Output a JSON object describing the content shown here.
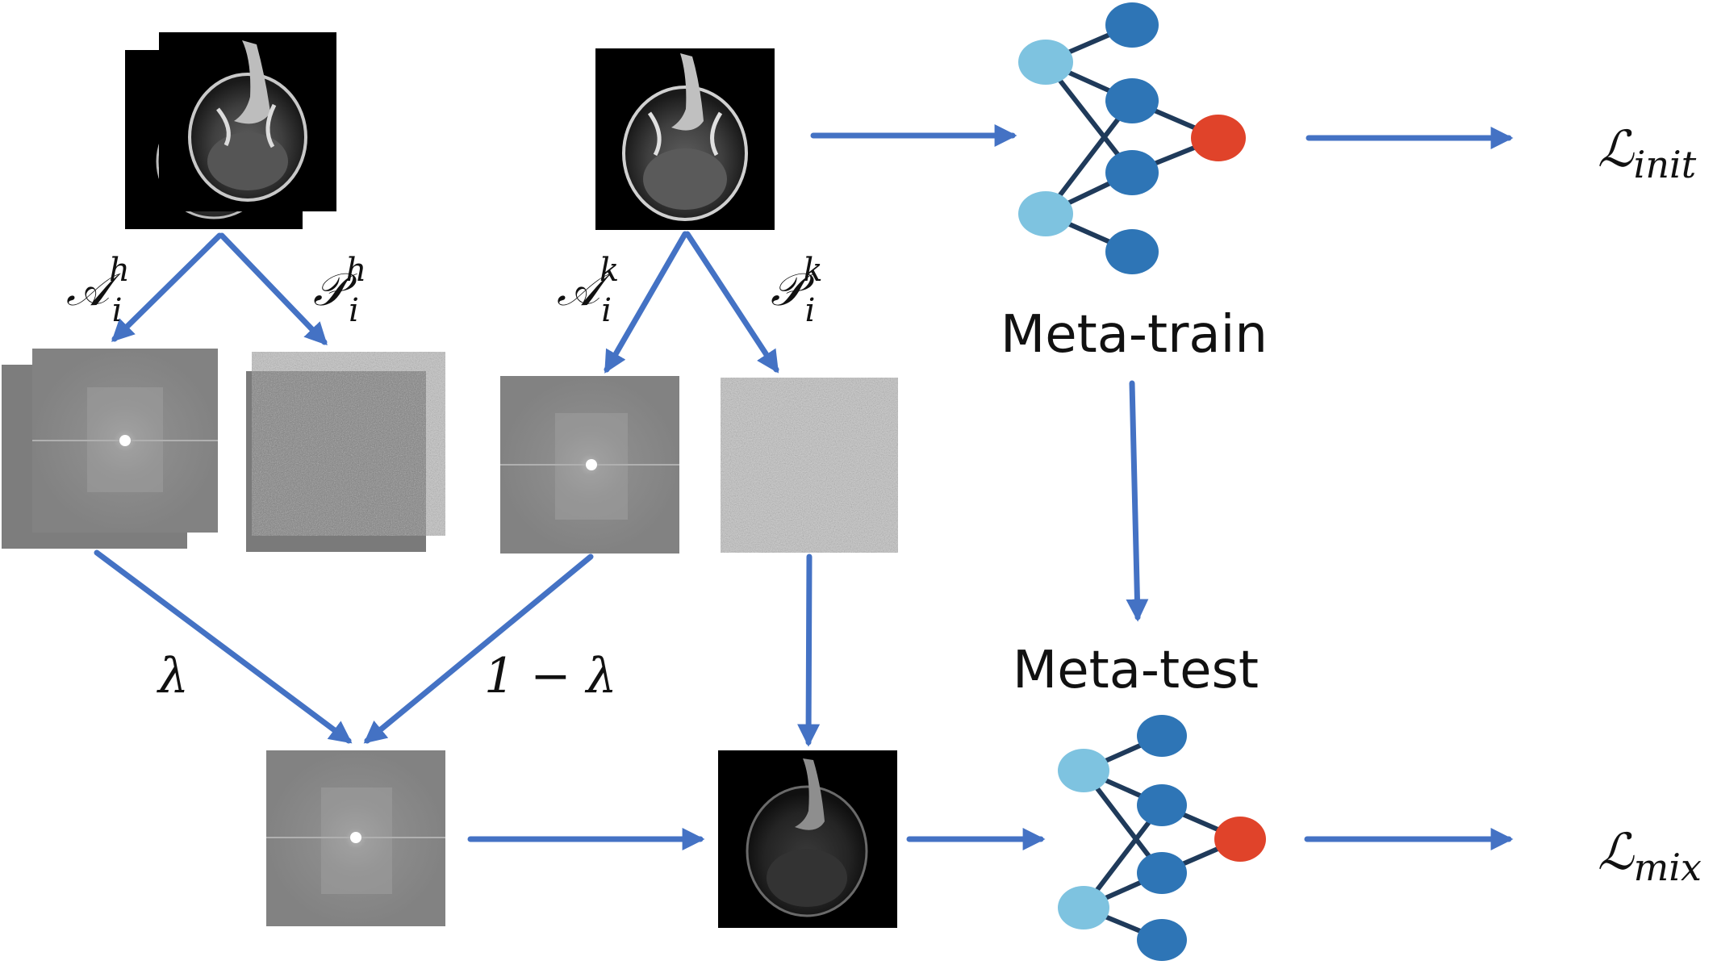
{
  "labels": {
    "amp_h_base": "𝒜",
    "amp_h_sup": "h",
    "amp_h_sub": "i",
    "pha_h_base": "𝒫",
    "pha_h_sup": "h",
    "pha_h_sub": "i",
    "amp_k_base": "𝒜",
    "amp_k_sup": "k",
    "amp_k_sub": "i",
    "pha_k_base": "𝒫",
    "pha_k_sup": "k",
    "pha_k_sub": "i",
    "lambda": "λ",
    "one_minus_lambda": "1 − λ",
    "meta_train": "Meta-train",
    "meta_test": "Meta-test",
    "loss_init_base": "ℒ",
    "loss_init_sub": "init",
    "loss_mix_base": "ℒ",
    "loss_mix_sub": "mix"
  },
  "colors": {
    "arrow": "#4472c4",
    "node_input": "#7ec3e0",
    "node_hidden": "#2e75b6",
    "node_output": "#e0432a",
    "edge": "#1f3a5a"
  }
}
